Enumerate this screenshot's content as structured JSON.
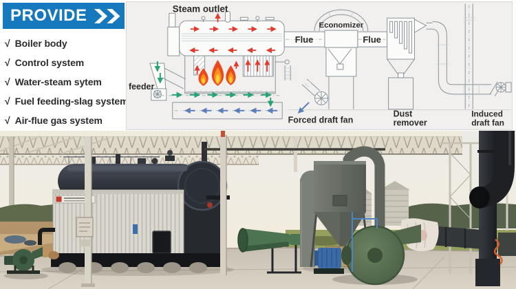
{
  "banner": {
    "label": "PROVIDE",
    "bg_color": "#1678bd",
    "text_color": "#ffffff"
  },
  "checklist": {
    "items": [
      {
        "mark": "√",
        "label": "Boiler body"
      },
      {
        "mark": "√",
        "label": "Control system"
      },
      {
        "mark": "√",
        "label": "Water-steam sytem"
      },
      {
        "mark": "√",
        "label": "Fuel feeding-slag system"
      },
      {
        "mark": "√",
        "label": "Air-flue gas system"
      }
    ]
  },
  "diagram": {
    "labels": {
      "steam_outlet": "Steam outlet",
      "flue_left": "Flue",
      "economizer": "Economizer",
      "flue_right": "Flue",
      "feeder": "feeder",
      "forced_draft_fan": "Forced draft fan",
      "dust_remover_line1": "Dust",
      "dust_remover_line2": "remover",
      "induced_draft_fan_line1": "Induced",
      "induced_draft_fan_line2": "draft fan"
    },
    "colors": {
      "background": "#f1f0ee",
      "line": "#8b949b",
      "label_text": "#2b2b2b",
      "hot_gas_arrows": "#e23b2e",
      "grate_fuel_arrows": "#27a377",
      "cold_air_arrows": "#5b7fb9",
      "flame_outer": "#e8491f",
      "flame_mid": "#ff9018",
      "flame_inner": "#ffd23e"
    }
  },
  "photo": {
    "colors": {
      "sky": "#ecebe7",
      "roof_truss": "#ded9c9",
      "boiler_body": "#2b2f36",
      "boiler_panel": "#dbd8d0",
      "fan_green": "#53684c",
      "motor_blue": "#3a6ba6",
      "cyclone_gray": "#6b706a",
      "chimney_dark": "#26292d",
      "floor_concrete": "#cdc6b9",
      "dirt_ground": "#b2936a"
    }
  }
}
